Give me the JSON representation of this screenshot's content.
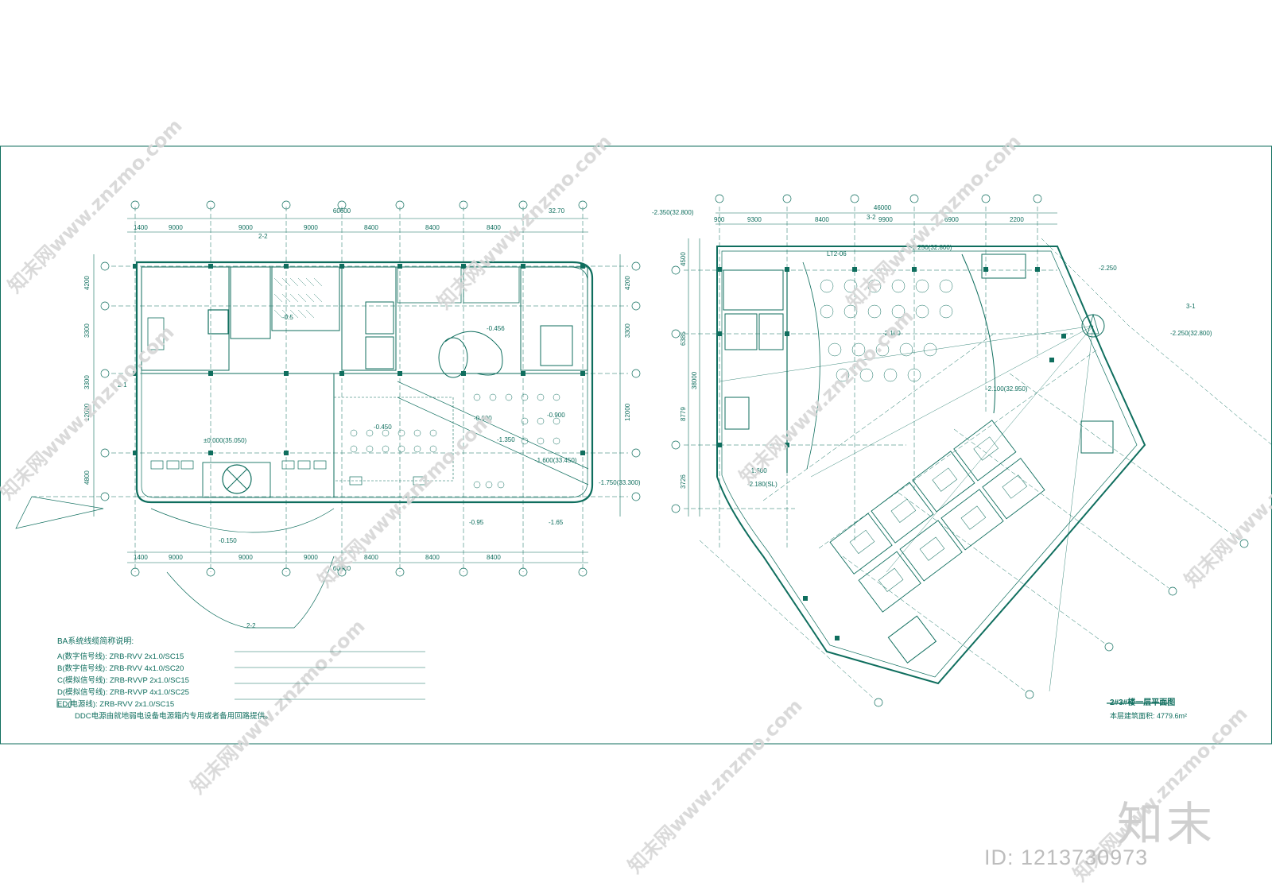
{
  "drawing": {
    "line_color": "#0f6e5e",
    "watermark_color": "#d0d0d0",
    "watermark_text": "知末网www.znzmo.com",
    "brand": "知末",
    "image_id": "ID: 1213730973"
  },
  "legend": {
    "title": "BA系统线缆简称说明:",
    "lines": [
      "A(数字信号线): ZRB-RVV 2x1.0/SC15",
      "B(数字信号线): ZRB-RVV 4x1.0/SC20",
      "C(模拟信号线): ZRB-RVVP 2x1.0/SC15",
      "D(模拟信号线): ZRB-RVVP 4x1.0/SC25",
      "ED(电源线): ZRB-RVV 2x1.0/SC15",
      "DDC电源由就地弱电设备电源箱内专用或者备用回路提供。"
    ]
  },
  "plan_left": {
    "top_dims": [
      "1400",
      "9000",
      "9000",
      "9000",
      "8400",
      "8400",
      "8400",
      "32.70"
    ],
    "total_top": "60600",
    "bottom_dims": [
      "1400",
      "9000",
      "9000",
      "9000",
      "8400",
      "8400",
      "8400"
    ],
    "total_bottom": "60600",
    "side_dims": [
      "4200",
      "3300",
      "3300",
      "12000",
      "4800"
    ],
    "right_side_dims": [
      "4200",
      "3300",
      "12000"
    ],
    "levels": [
      "-0.5",
      "-0.456",
      "-0.450",
      "-0.900",
      "-1.350",
      "-0.600",
      "±0.000(35.050)",
      "-1.600(33.450)",
      "-1.750(33.300)",
      "-0.150",
      "-0.95",
      "-1.65"
    ],
    "section": "2-2",
    "section_mark": "2-1"
  },
  "plan_right": {
    "top_dims": [
      "900",
      "9300",
      "8400",
      "9900",
      "6900",
      "2200"
    ],
    "total_top": "46000",
    "side_dims": [
      "4500",
      "6385",
      "38000",
      "8779",
      "3726"
    ],
    "levels": [
      "-2.350(32.800)",
      "-2.250(32.800)",
      "-2.100",
      "-1.600",
      "-2.180(SL)",
      "-2.250",
      "-2.100(32.950)",
      "-2.250(32.800)"
    ],
    "section": "3-1",
    "section_mark": "3-2",
    "label_lt": "LT2-06"
  },
  "title_block": {
    "label": "2#3#楼一层平面图",
    "area_value": "本层建筑面积: 4779.6m²"
  }
}
